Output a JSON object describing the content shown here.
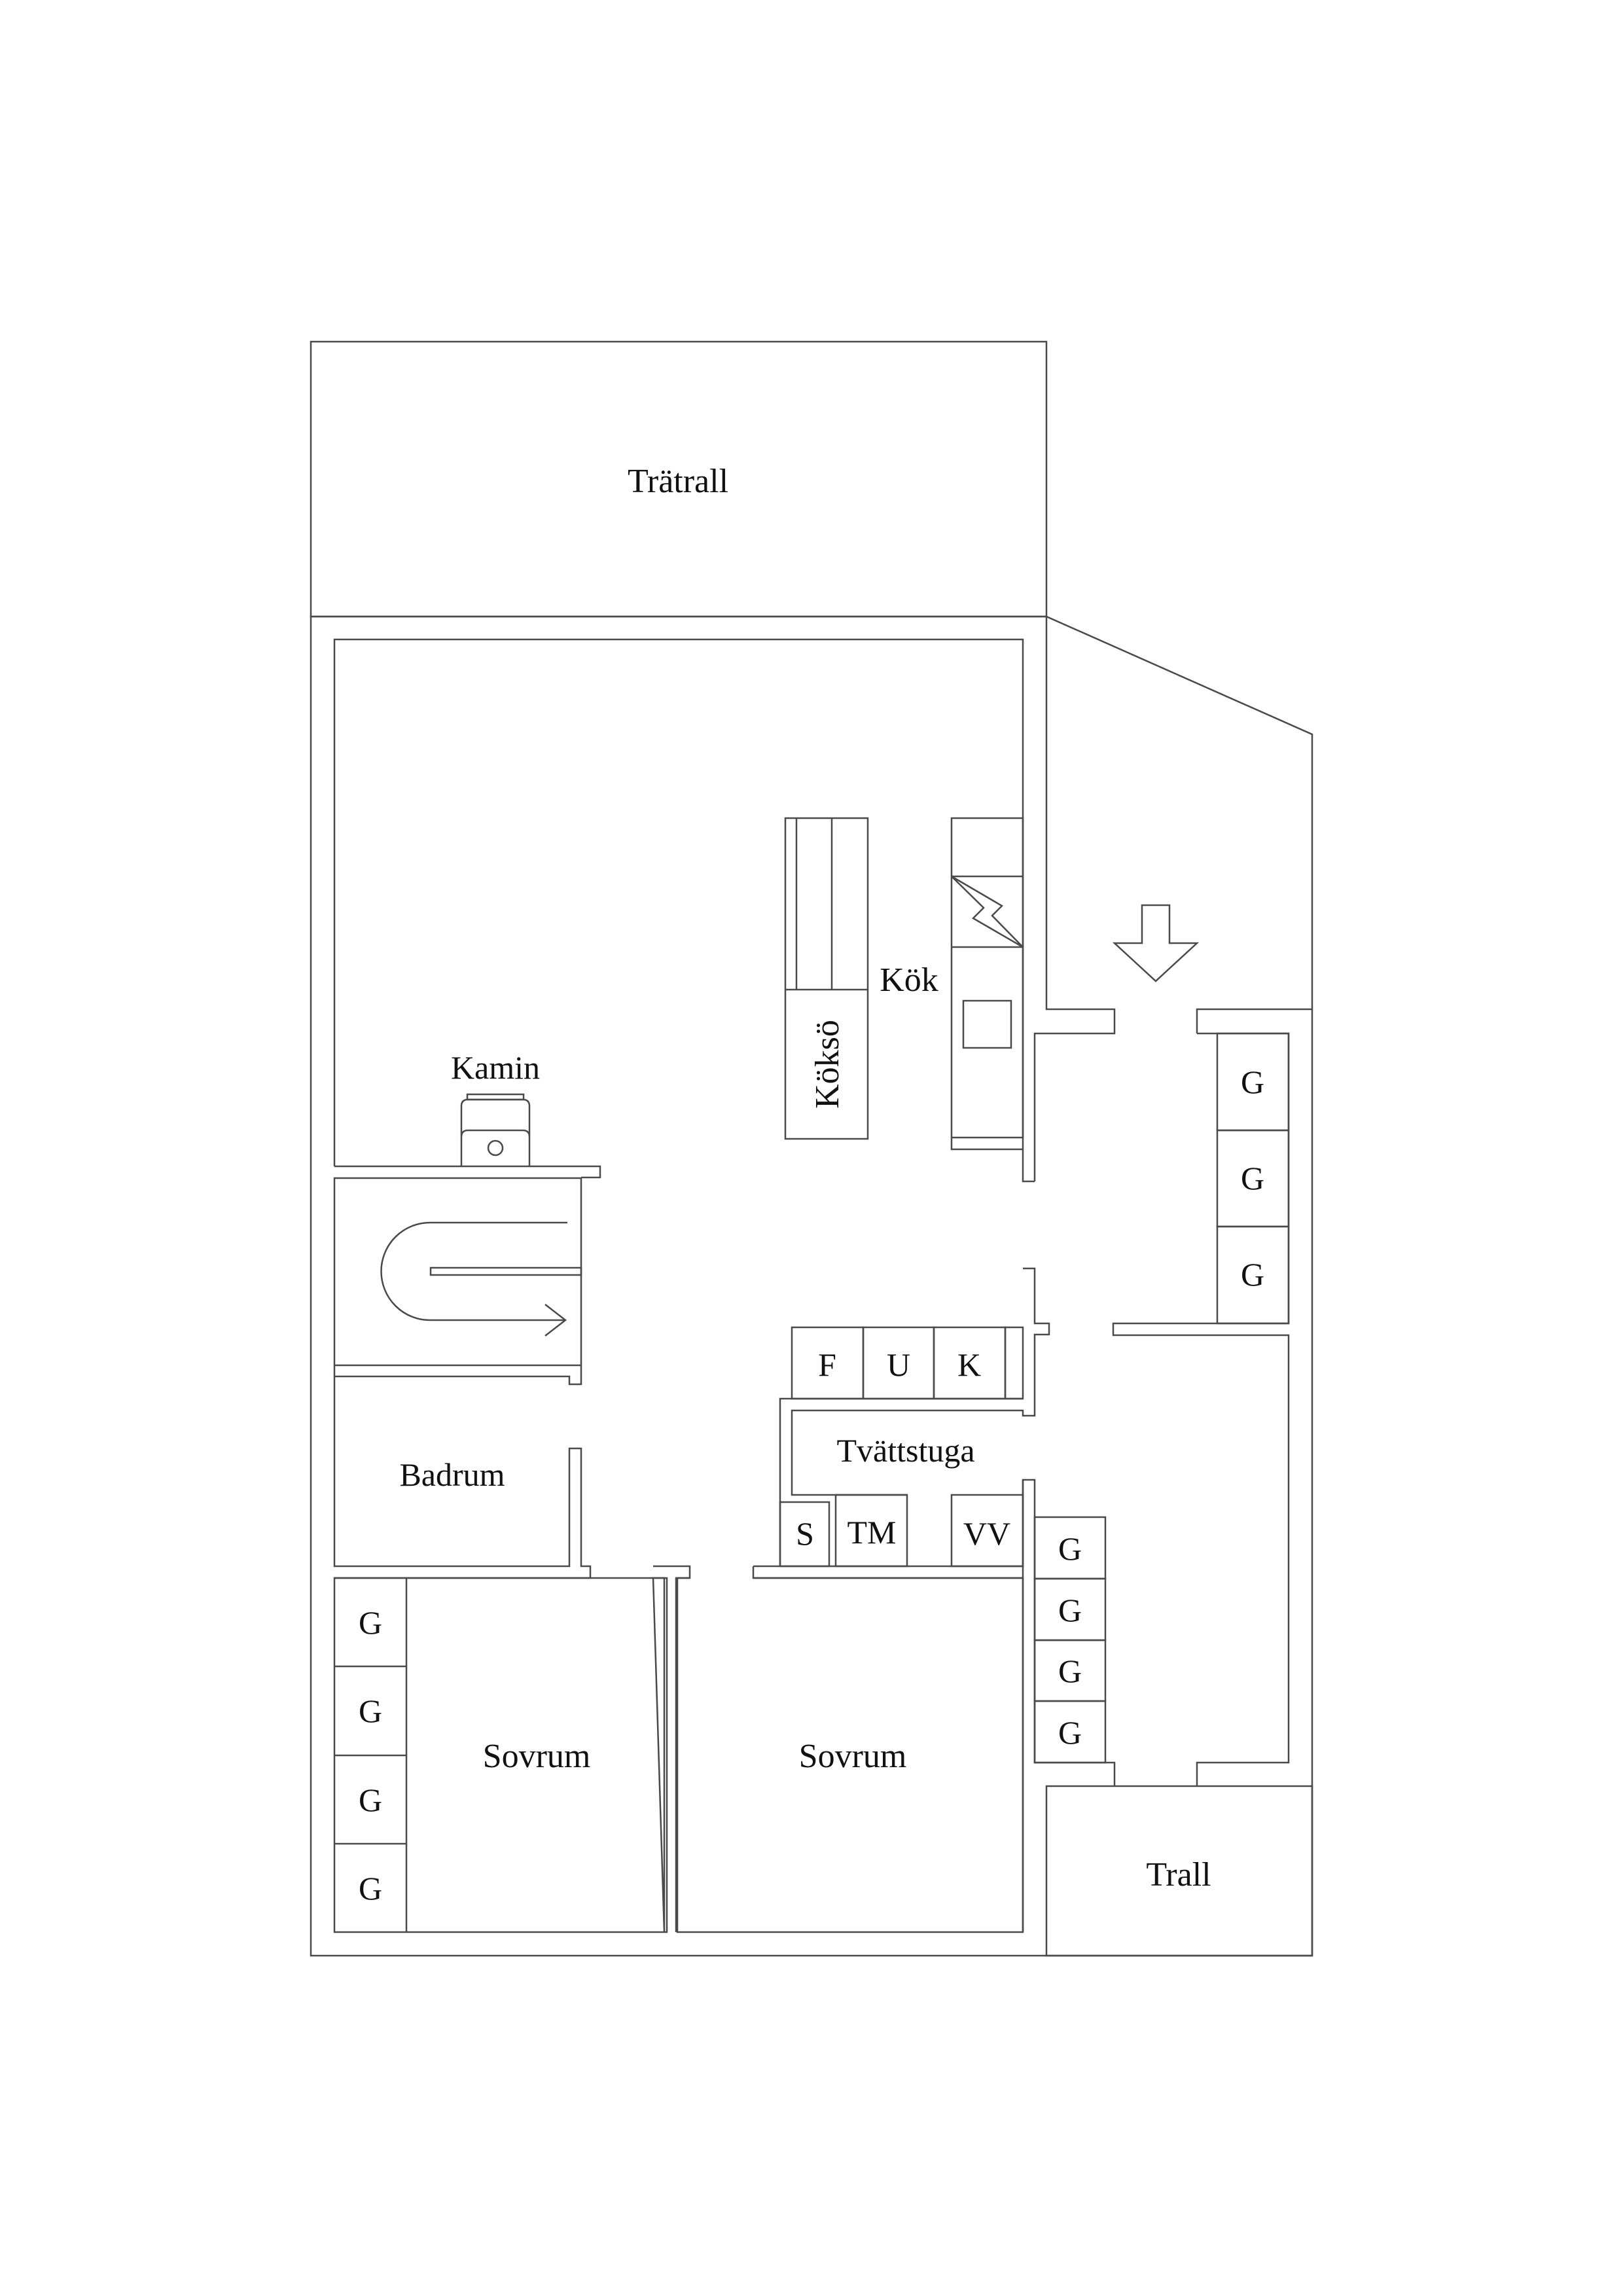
{
  "plan": {
    "type": "floor-plan",
    "line_color": "#4a4a4a",
    "text_color": "#111111",
    "background": "#ffffff"
  },
  "rooms": {
    "tratrall": "Trätrall",
    "kok": "Kök",
    "koksoe": "Köksö",
    "kamin": "Kamin",
    "badrum": "Badrum",
    "tvattstuga": "Tvättstuga",
    "sovrum_1": "Sovrum",
    "sovrum_2": "Sovrum",
    "trall": "Trall"
  },
  "appliances": {
    "f": "F",
    "u": "U",
    "k": "K",
    "s": "S",
    "tm": "TM",
    "vv": "VV"
  },
  "wardrobes": {
    "label": "G",
    "hall_upper": [
      "G",
      "G",
      "G"
    ],
    "hall_lower": [
      "G",
      "G",
      "G",
      "G"
    ],
    "bedroom_left": [
      "G",
      "G",
      "G",
      "G"
    ]
  },
  "symbols": {
    "entrance": "entrance-arrow-icon",
    "stairs": "stairs-icon",
    "stove": "fireplace-icon",
    "hob": "stove-zigzag-icon",
    "sink": "sink-icon"
  }
}
